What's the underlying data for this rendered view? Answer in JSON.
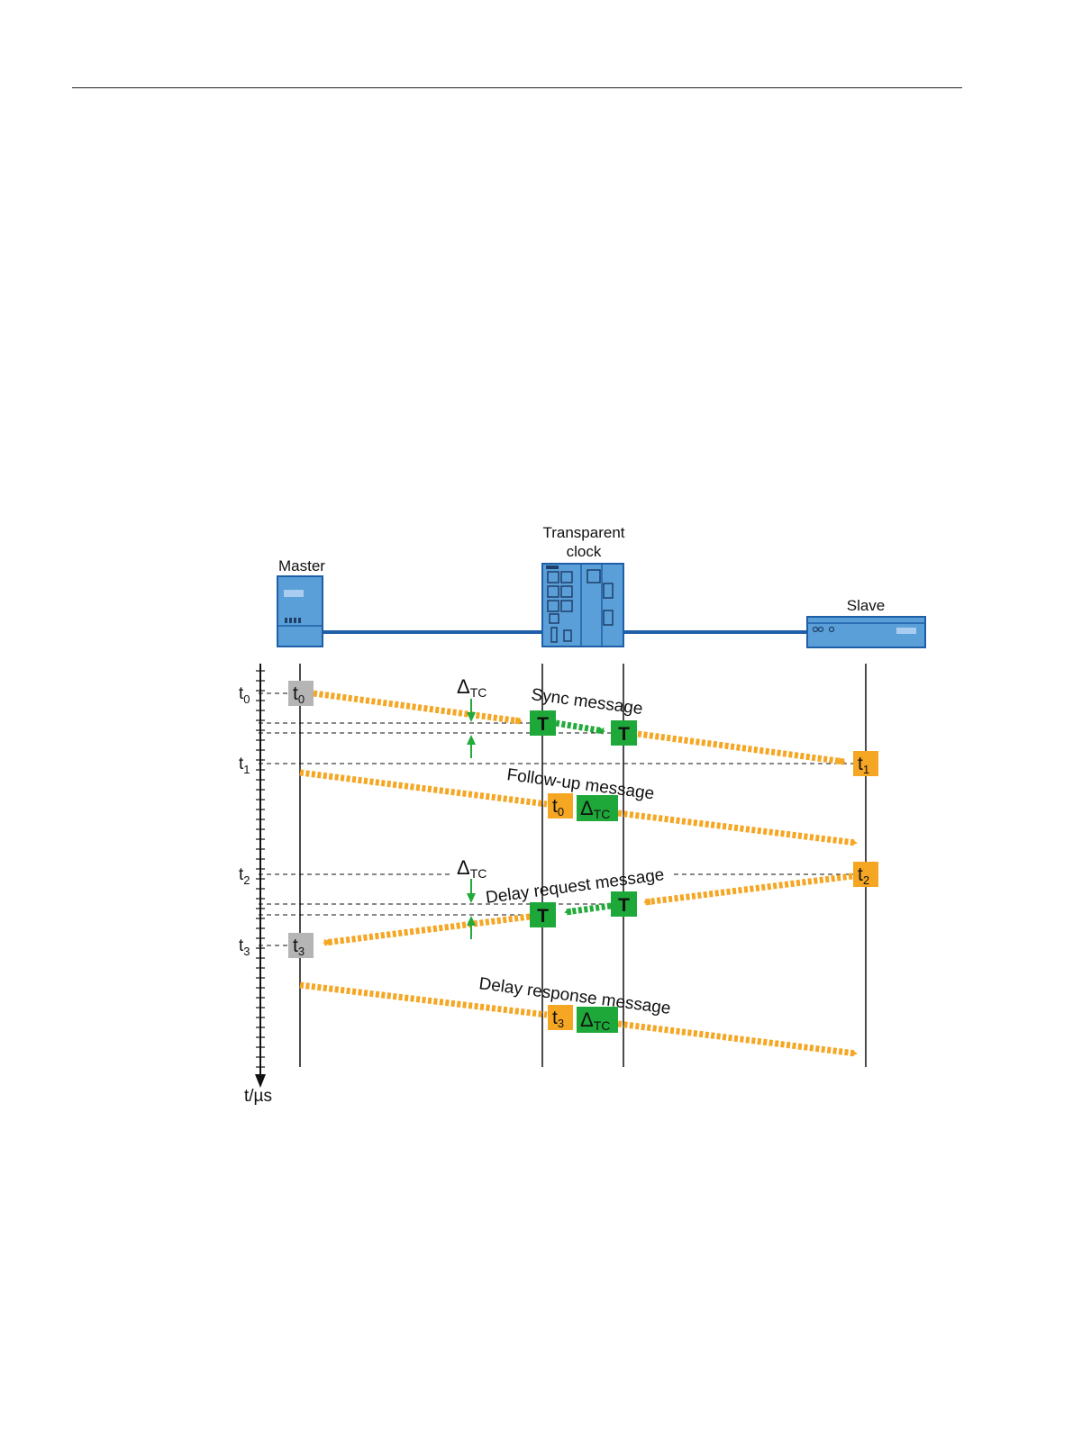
{
  "devices": {
    "master": "Master",
    "transparent_clock_line1": "Transparent",
    "transparent_clock_line2": "clock",
    "slave": "Slave"
  },
  "messages": {
    "sync": "Sync message",
    "follow_up": "Follow-up message",
    "delay_request": "Delay request message",
    "delay_response": "Delay response message"
  },
  "time_marks": {
    "t0": {
      "base": "t",
      "sub": "0"
    },
    "t1": {
      "base": "t",
      "sub": "1"
    },
    "t2": {
      "base": "t",
      "sub": "2"
    },
    "t3": {
      "base": "t",
      "sub": "3"
    }
  },
  "residence": {
    "symbol": "Δ",
    "sub": "TC"
  },
  "timestamp_box": "T",
  "axis_label": "t/µs",
  "colors": {
    "message_arrow": "#f5a623",
    "residence_arrow": "#22aa3a",
    "device_blue": "#5a9fd8",
    "device_edge": "#1f5fa8",
    "link": "#1f5fa8",
    "timestamp_gray": "#b5b5b5",
    "timestamp_green": "#1fa83a",
    "timestamp_orange": "#f5a623"
  }
}
